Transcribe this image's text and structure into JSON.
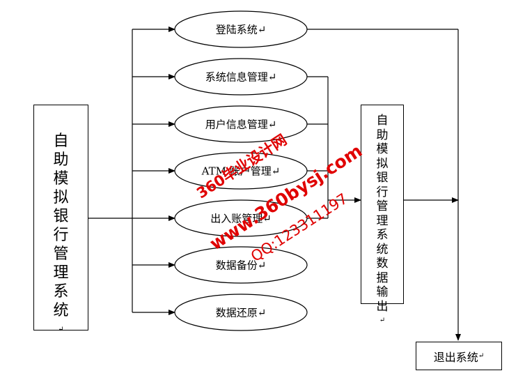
{
  "main_box": {
    "label_chars": [
      "自",
      "助",
      "模",
      "拟",
      "银",
      "行",
      "管",
      "理",
      "系",
      "统"
    ],
    "para_mark": "↵"
  },
  "output_box": {
    "label_chars": [
      "自",
      "助",
      "模",
      "拟",
      "银",
      "行",
      "管",
      "理",
      "系",
      "统",
      "数",
      "据",
      "输",
      "出"
    ],
    "para_mark": "↵"
  },
  "exit_box": {
    "label": "退出系统",
    "para_mark": "↵"
  },
  "modules": [
    {
      "label": "登陆系统↵"
    },
    {
      "label": "系统信息管理↵"
    },
    {
      "label": "用户信息管理↵"
    },
    {
      "label": "ATM 账户管理↵"
    },
    {
      "label": "出入账管理↵"
    },
    {
      "label": "数据备份↵"
    },
    {
      "label": "数据还原↵"
    }
  ],
  "watermark": {
    "line1": "360毕业设计网",
    "line2": "www.360bysj.com",
    "line3": "QQ:123311197",
    "color": "#e00000"
  }
}
